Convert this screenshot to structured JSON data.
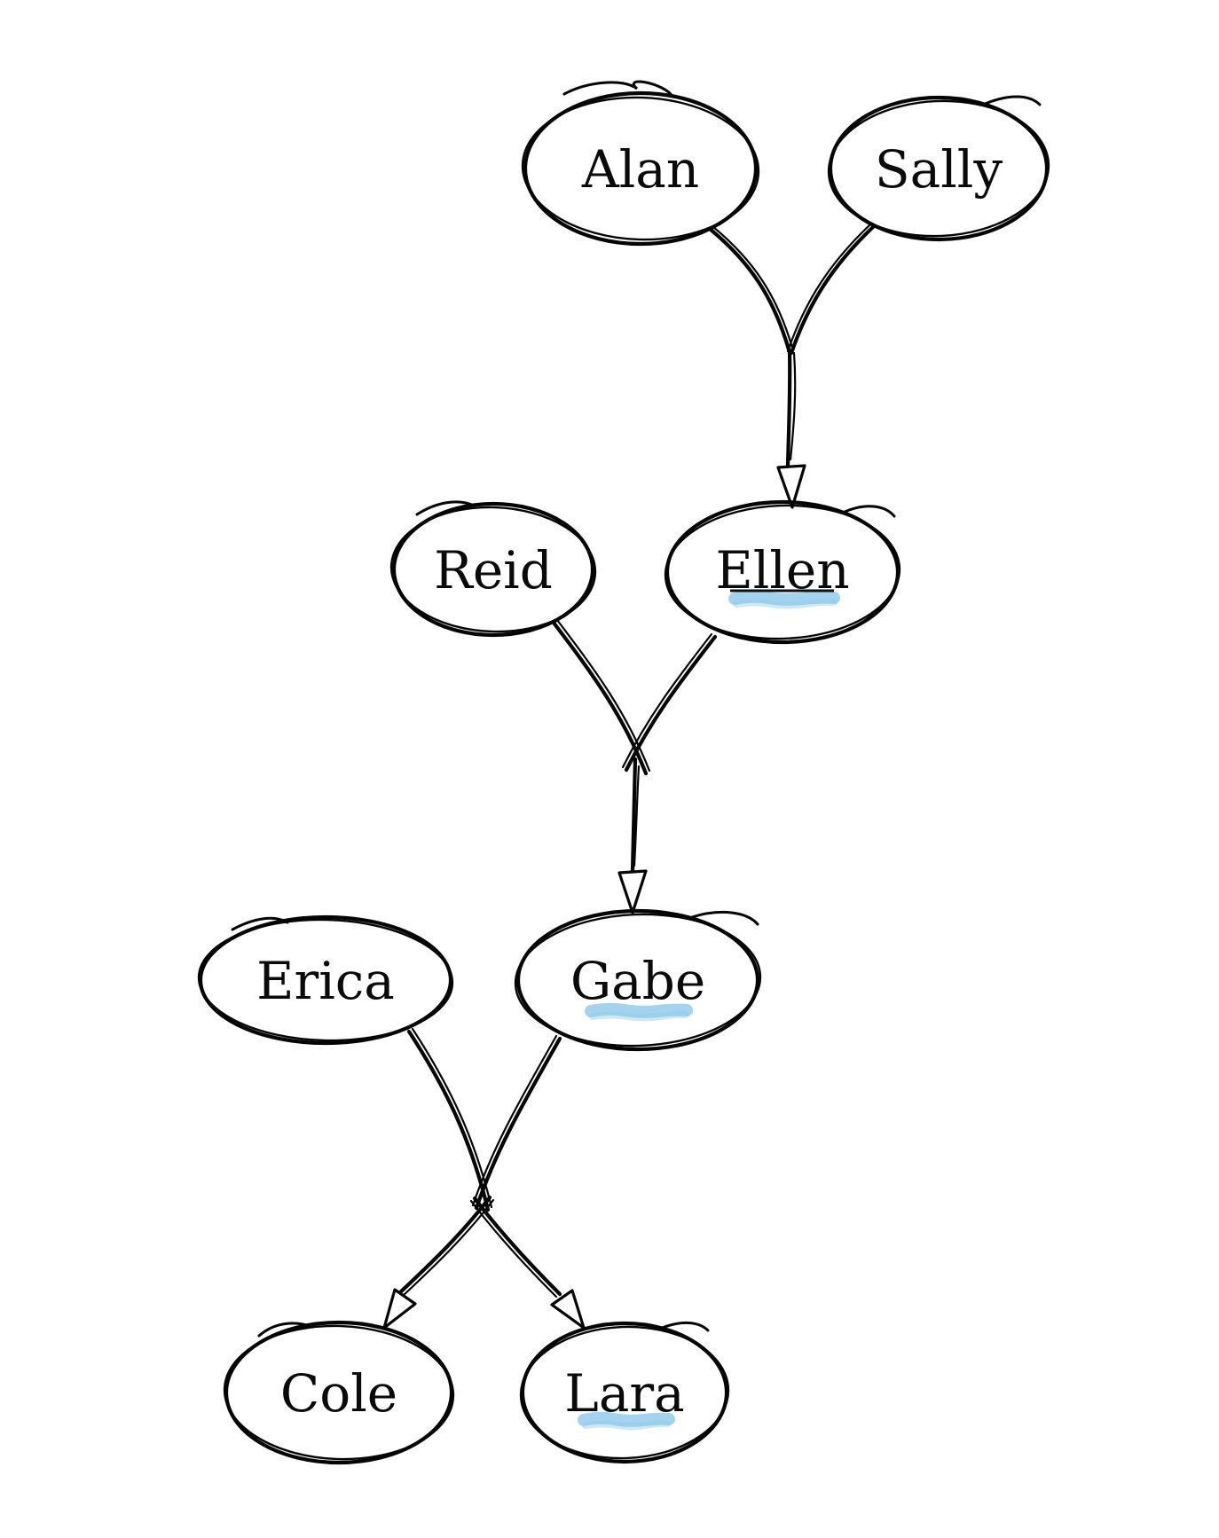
{
  "diagram": {
    "kind": "hand-drawn family tree",
    "background_color": "#ffffff",
    "ink_color": "#050505",
    "highlight_color": "#93cbec",
    "nodes": [
      {
        "id": "alan",
        "label": "Alan",
        "highlighted": false,
        "underlined": false
      },
      {
        "id": "sally",
        "label": "Sally",
        "highlighted": false,
        "underlined": false
      },
      {
        "id": "reid",
        "label": "Reid",
        "highlighted": false,
        "underlined": false
      },
      {
        "id": "ellen",
        "label": "Ellen",
        "highlighted": true,
        "underlined": true
      },
      {
        "id": "erica",
        "label": "Erica",
        "highlighted": false,
        "underlined": false
      },
      {
        "id": "gabe",
        "label": "Gabe",
        "highlighted": true,
        "underlined": false
      },
      {
        "id": "cole",
        "label": "Cole",
        "highlighted": false,
        "underlined": false
      },
      {
        "id": "lara",
        "label": "Lara",
        "highlighted": true,
        "underlined": false
      }
    ],
    "edges": [
      {
        "parents": [
          "Alan",
          "Sally"
        ],
        "child": "Ellen"
      },
      {
        "parents": [
          "Reid",
          "Ellen"
        ],
        "child": "Gabe"
      },
      {
        "parents": [
          "Erica",
          "Gabe"
        ],
        "child": "Cole"
      },
      {
        "parents": [
          "Erica",
          "Gabe"
        ],
        "child": "Lara"
      }
    ]
  }
}
